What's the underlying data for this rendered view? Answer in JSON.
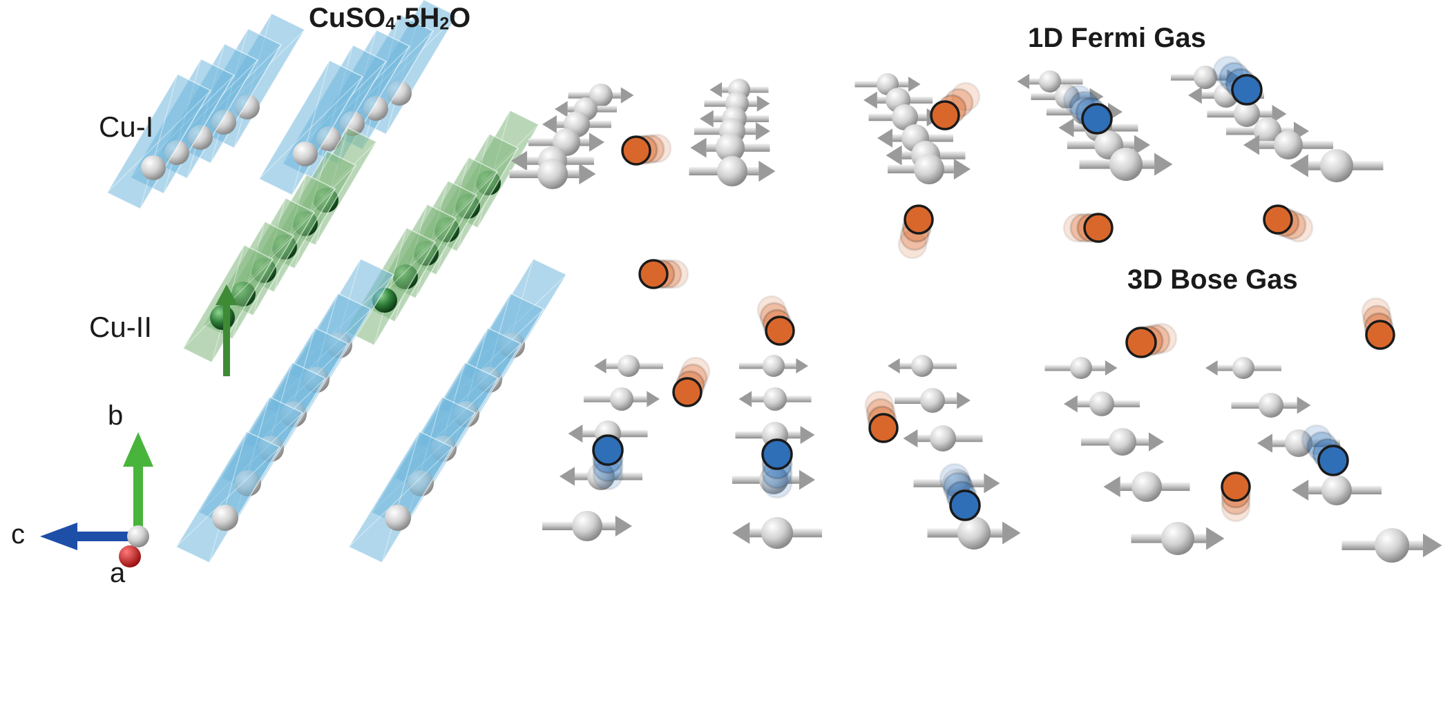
{
  "titles": {
    "crystal_formula_main": "CuSO",
    "crystal_formula_sub4": "4",
    "crystal_formula_mid": "·5H",
    "crystal_formula_sub2": "2",
    "crystal_formula_end": "O",
    "fermi": "1D Fermi Gas",
    "bose": "3D Bose Gas"
  },
  "site_labels": {
    "cu1": "Cu-I",
    "cu2": "Cu-II"
  },
  "axes": {
    "a": "a",
    "b": "b",
    "c": "c"
  },
  "colors": {
    "cu1_octahedra": "#6fb7dc",
    "cu2_octahedra": "#7fb77c",
    "spin_sphere": "#d8d8d8",
    "fermion": "#d9672b",
    "boson": "#2e6fb8",
    "axis_a": "#c42020",
    "axis_b": "#49b43b",
    "axis_c": "#1d4ea8"
  }
}
